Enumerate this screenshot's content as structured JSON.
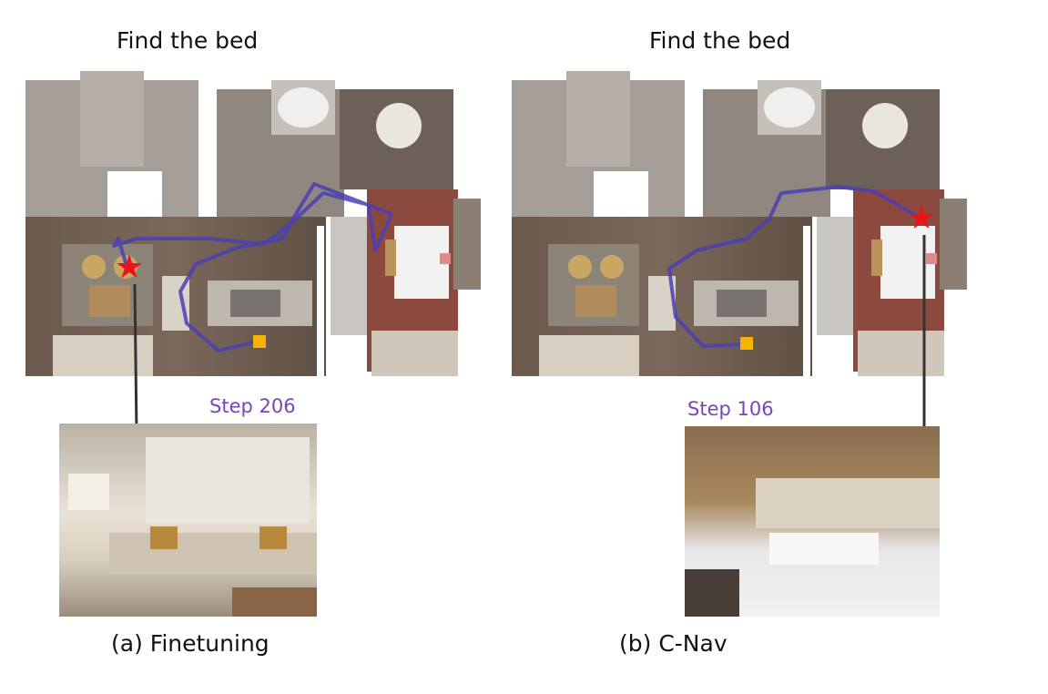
{
  "panels": [
    {
      "title": "Find the bed",
      "step_label": "Step 206",
      "caption": "(a) Finetuning"
    },
    {
      "title": "Find the bed",
      "step_label": "Step 106",
      "caption": "(b) C-Nav"
    }
  ],
  "colors": {
    "path": "#4a3fb5",
    "goal_star": "#e8141a",
    "start_marker": "#f6b400",
    "step_text": "#7a45b8",
    "arrow": "#333333"
  }
}
